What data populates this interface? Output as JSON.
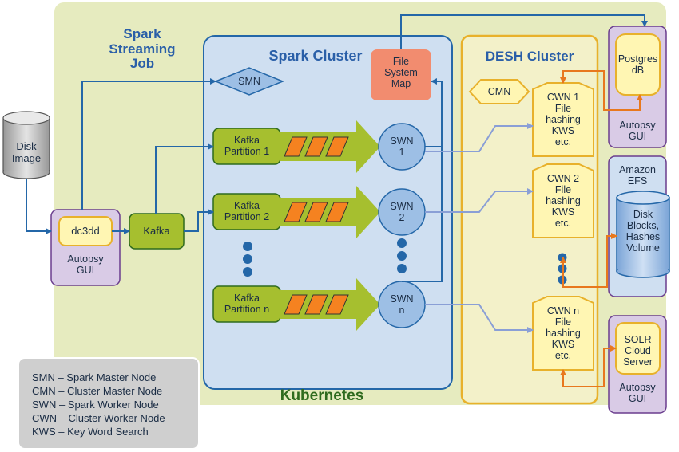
{
  "labels": {
    "spark_job": [
      "Spark",
      "Streaming",
      "Job"
    ],
    "spark_cluster": "Spark Cluster",
    "desh_cluster": "DESH Cluster",
    "kubernetes": "Kubernetes",
    "smn": "SMN",
    "cmn": "CMN",
    "file_system_map": [
      "File",
      "System",
      "Map"
    ],
    "disk_image": [
      "Disk",
      "Image"
    ],
    "dc3dd": "dc3dd",
    "autopsy_gui": [
      "Autopsy",
      "GUI"
    ],
    "kafka": "Kafka",
    "kafka_partitions": [
      [
        "Kafka",
        "Partition 1"
      ],
      [
        "Kafka",
        "Partition 2"
      ],
      [
        "Kafka",
        "Partition n"
      ]
    ],
    "swn": [
      [
        "SWN",
        "1"
      ],
      [
        "SWN",
        "2"
      ],
      [
        "SWN",
        "n"
      ]
    ],
    "cwn": [
      [
        "CWN 1",
        "File",
        "hashing",
        "KWS",
        "etc."
      ],
      [
        "CWN 2",
        "File",
        "hashing",
        "KWS",
        "etc."
      ],
      [
        "CWN n",
        "File",
        "hashing",
        "KWS",
        "etc."
      ]
    ],
    "postgres": [
      "Postgres",
      "dB"
    ],
    "amazon_efs": [
      "Amazon",
      "EFS"
    ],
    "disk_blocks": [
      "Disk",
      "Blocks,",
      "Hashes",
      "Volume"
    ],
    "solr": [
      "SOLR",
      "Cloud",
      "Server"
    ]
  },
  "legend": [
    "SMN – Spark Master Node",
    "CMN – Cluster Master Node",
    "SWN – Spark Worker Node",
    "CWN – Cluster Worker Node",
    "KWS – Key Word Search"
  ],
  "colors": {
    "kubernetes_bg": "#e6ebbf",
    "spark_cluster_bg": "#cfdff1",
    "spark_cluster_border": "#2467a8",
    "desh_bg": "#f3f1c9",
    "desh_border": "#e8b12b",
    "cwn_fill": "#fff6b3",
    "kafka_green": "#a6bf2f",
    "kafka_green_dark": "#2f6b1f",
    "bar_orange": "#f58220",
    "node_blue": "#9dbfe5",
    "fsm_salmon": "#f28c6f",
    "autopsy_purple": "#d9cbe6",
    "autopsy_border": "#6a3d8e",
    "arrow_blue": "#2467a8",
    "arrow_light": "#8a9fd6",
    "arrow_orange": "#e8781e"
  }
}
